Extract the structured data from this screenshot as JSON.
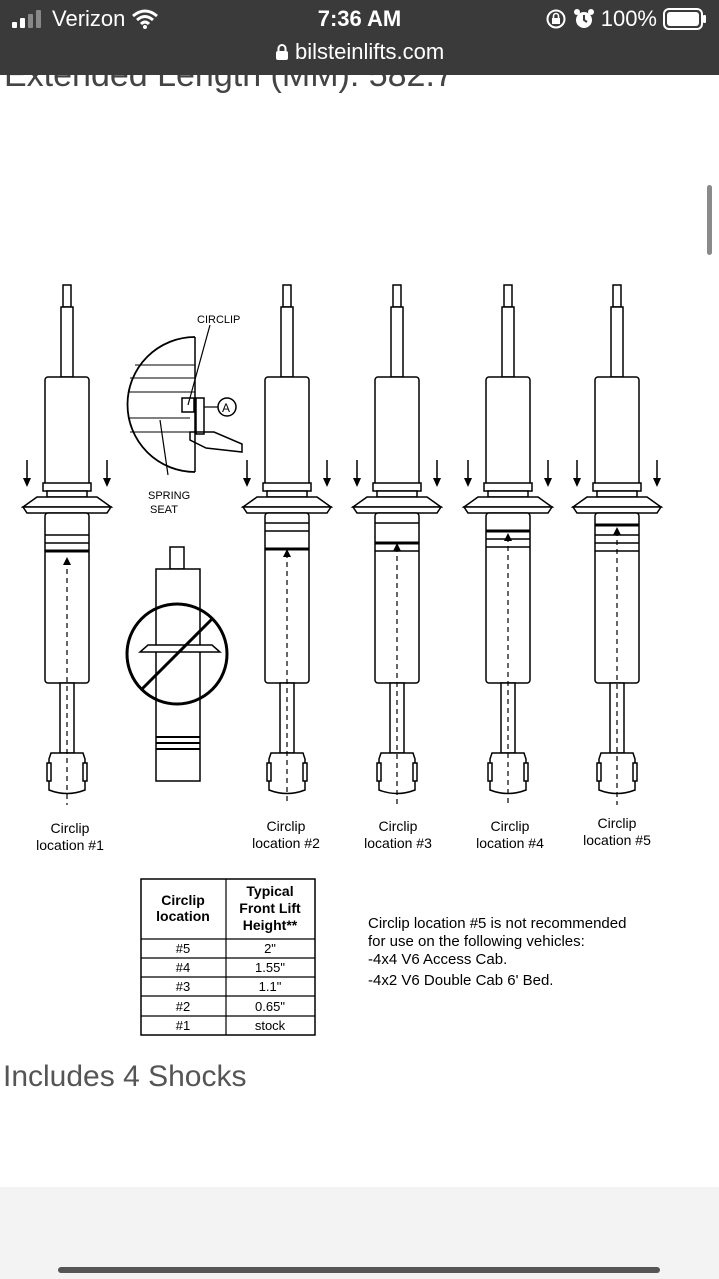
{
  "status_bar": {
    "carrier": "Verizon",
    "time": "7:36 AM",
    "battery": "100%",
    "url": "bilsteinlifts.com",
    "icons": [
      "signal-icon",
      "wifi-icon",
      "rotation-lock-icon",
      "alarm-icon",
      "battery-icon",
      "lock-icon"
    ]
  },
  "page": {
    "cut_heading": "Extended Length (MM): 582.7",
    "includes": "Includes 4 Shocks"
  },
  "diagram": {
    "callouts": {
      "circlip": "CIRCLIP",
      "a": "A",
      "spring_seat_1": "SPRING",
      "spring_seat_2": "SEAT"
    },
    "shocks": [
      {
        "line1": "Circlip",
        "line2": "location #1"
      },
      {
        "line1": "Circlip",
        "line2": "location #2"
      },
      {
        "line1": "Circlip",
        "line2": "location #3"
      },
      {
        "line1": "Circlip",
        "line2": "location #4"
      },
      {
        "line1": "Circlip",
        "line2": "location #5"
      }
    ],
    "table": {
      "header_col1": [
        "Circlip",
        "location"
      ],
      "header_col2": [
        "Typical",
        "Front Lift",
        "Height**"
      ],
      "rows": [
        {
          "location": "#5",
          "height": "2\""
        },
        {
          "location": "#4",
          "height": "1.55\""
        },
        {
          "location": "#3",
          "height": "1.1\""
        },
        {
          "location": "#2",
          "height": "0.65\""
        },
        {
          "location": "#1",
          "height": "stock"
        }
      ]
    },
    "note": [
      "Circlip location #5 is not recommended",
      "for use on the following vehicles:",
      "-4x4 V6 Access Cab.",
      "-4x2 V6 Double Cab 6' Bed."
    ]
  }
}
